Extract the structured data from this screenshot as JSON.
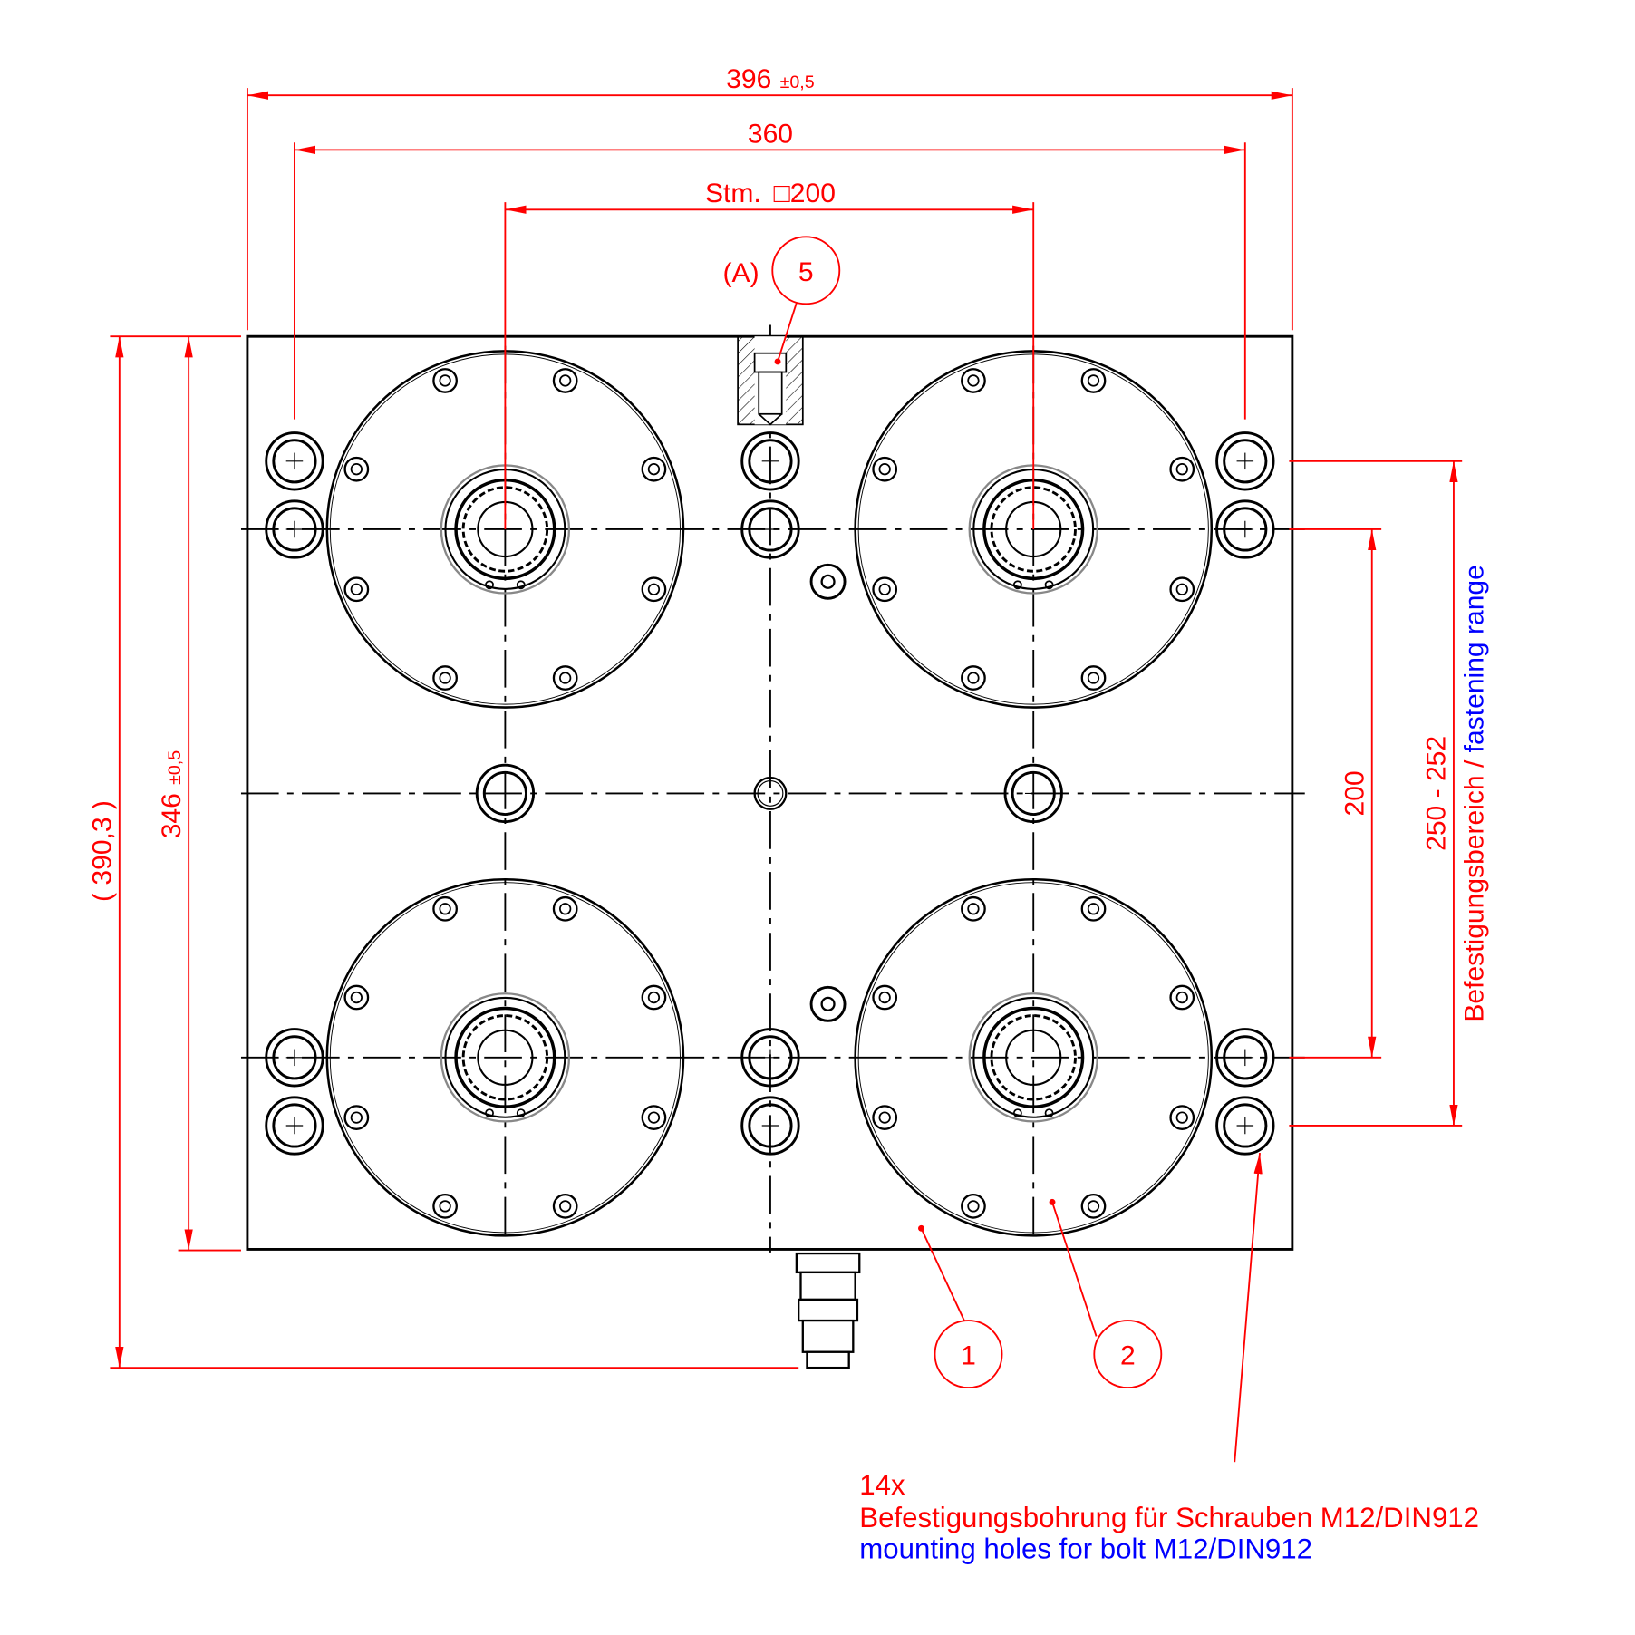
{
  "colors": {
    "dimension": "#ff0000",
    "english_text": "#0000ff",
    "geometry": "#000000"
  },
  "dimensions": {
    "overall_width": {
      "value": "396",
      "tolerance": "±0,5"
    },
    "hole_spacing_width": {
      "value": "360"
    },
    "chuck_spacing": {
      "prefix": "Stm.",
      "symbol": "□",
      "value": "200"
    },
    "overall_height": {
      "value": "346",
      "tolerance": "±0,5"
    },
    "reference_height": {
      "value": "( 390,3 )"
    },
    "chuck_spacing_vertical": {
      "value": "200"
    },
    "fastening_range": {
      "value": "250 - 252",
      "label_de": "Befestigungsbereich /",
      "label_en": " fastening range"
    }
  },
  "balloons": {
    "port_label": "(A)",
    "items": [
      "5",
      "1",
      "2"
    ]
  },
  "note": {
    "count": "14x",
    "text_de": "Befestigungsbohrung für Schrauben M12/DIN912",
    "text_en": "mounting holes for bolt M12/DIN912"
  }
}
